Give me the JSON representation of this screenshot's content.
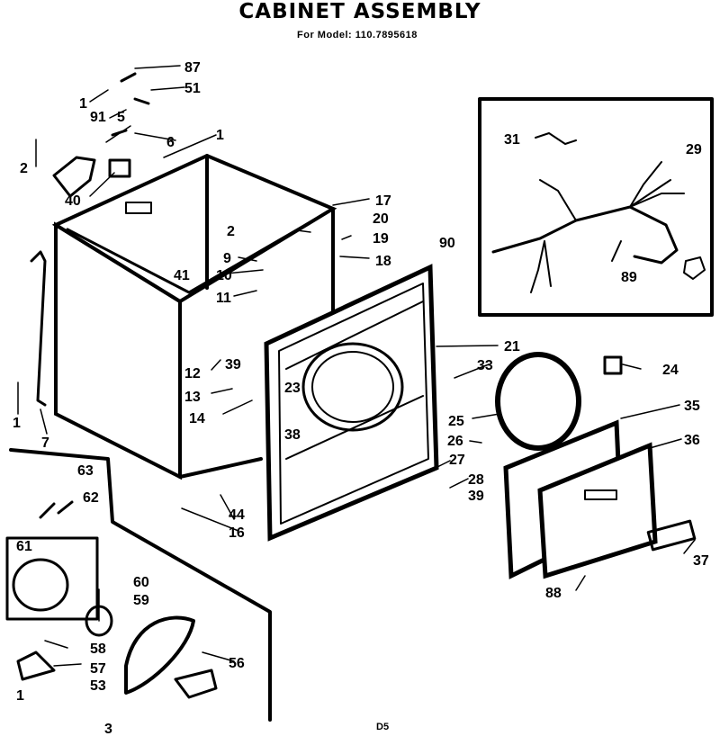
{
  "title": "CABINET ASSEMBLY",
  "subtitle": "For Model: 110.7895618",
  "page_code": "D5",
  "callouts": [
    "87",
    "51",
    "1",
    "91",
    "5",
    "6",
    "1",
    "2",
    "40",
    "17",
    "20",
    "90",
    "19",
    "2",
    "9",
    "18",
    "41",
    "10",
    "11",
    "12",
    "39",
    "13",
    "23",
    "14",
    "38",
    "1",
    "7",
    "21",
    "33",
    "24",
    "35",
    "25",
    "26",
    "36",
    "27",
    "28",
    "39",
    "63",
    "62",
    "61",
    "60",
    "59",
    "44",
    "16",
    "58",
    "56",
    "57",
    "53",
    "1",
    "3",
    "88",
    "37",
    "31",
    "29",
    "89"
  ]
}
